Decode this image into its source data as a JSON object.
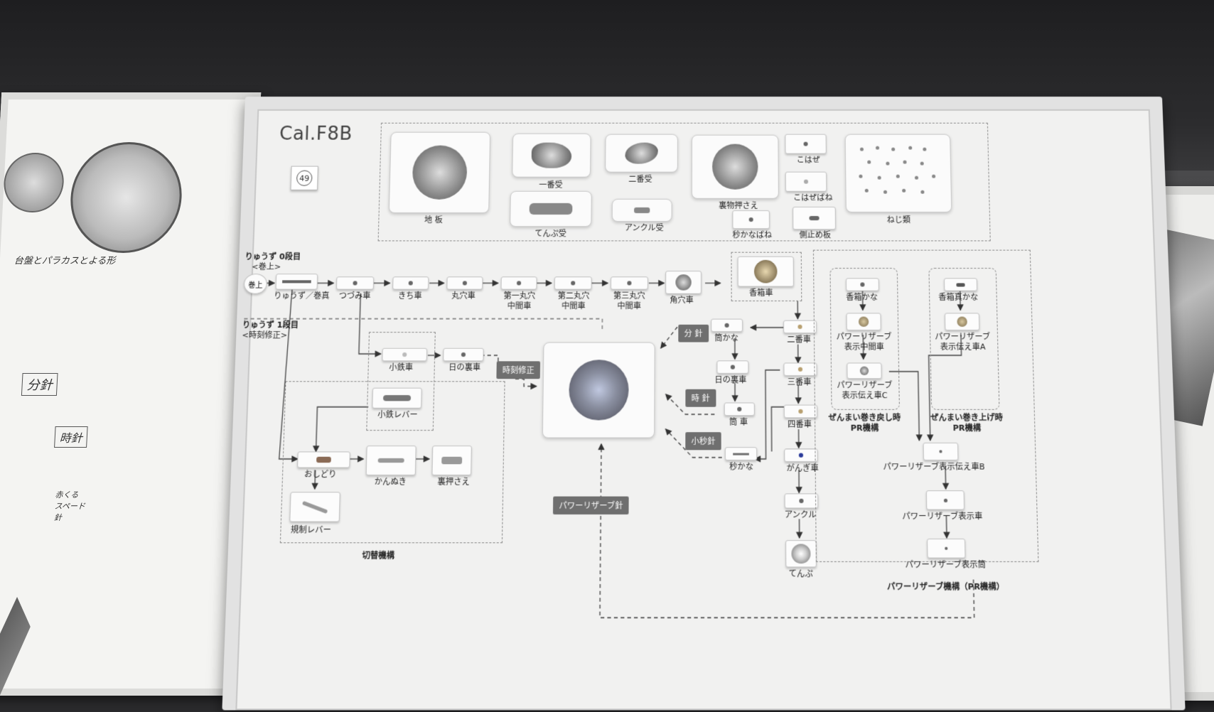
{
  "board": {
    "title": "Cal.F8B",
    "badge": "49"
  },
  "top_parts": {
    "chiita": "地 板",
    "ichiban_uke": "一番受",
    "niban_uke": "二番受",
    "tenpu_uke": "てんぷ受",
    "ankuru_uke": "アンクル受",
    "urawaku_osae": "裏物押さえ",
    "kohaze": "こはぜ",
    "kohaze_bane": "こはぜばね",
    "byokana_bane": "秒かなばね",
    "sokudome_ita": "側止め板",
    "nejirui": "ねじ類"
  },
  "winding": {
    "step0_title": "りゅうず 0段目",
    "step0_sub": "<巻上>",
    "start_node": "巻上",
    "ryuzu": "りゅうず／巻真",
    "tsuzumi": "つづみ車",
    "kichi": "きち車",
    "maruana": "丸穴車",
    "dai1": "第一丸穴\n中間車",
    "dai2": "第二丸穴\n中間車",
    "dai3": "第三丸穴\n中間車",
    "kakuana": "角穴車",
    "kobako": "香箱車"
  },
  "setting": {
    "step1_title": "りゅうず 1段目",
    "step1_sub": "<時刻修正>",
    "kotetsu": "小鉄車",
    "hinoura": "日の裏車",
    "jikoku_tag": "時刻修正",
    "kotetsu_lever": "小鉄レバー",
    "oshidori": "おしどり",
    "kannuki": "かんぬき",
    "uraosae": "裏押さえ",
    "kisei_lever": "規制レバー",
    "switch_title": "切替機構"
  },
  "train": {
    "funbari_tag": "分 針",
    "tsutsukana": "筒かな",
    "hinoura2": "日の裏車",
    "jishin_tag": "時 針",
    "tsutsu": "筒 車",
    "kobyo_tag": "小秒針",
    "byokana": "秒かな",
    "niban": "二番車",
    "sanban": "三番車",
    "yonban": "四番車",
    "ganki": "がんぎ車",
    "ankuru": "アンクル",
    "tenpu": "てんぷ",
    "pr_hand_tag": "パワーリザーブ針"
  },
  "power_reserve": {
    "kobako_kana": "香箱かな",
    "kobako_shin_kana": "香箱真かな",
    "pr_mid": "パワーリザーブ\n表示中間車",
    "pr_a": "パワーリザーブ\n表示伝え車A",
    "pr_c": "パワーリザーブ\n表示伝え車C",
    "unwind_title": "ぜんまい巻き戻し時\nPR機構",
    "wind_title": "ぜんまい巻き上げ時\nPR機構",
    "pr_b": "パワーリザーブ表示伝え車B",
    "pr_disp": "パワーリザーブ表示車",
    "pr_tube": "パワーリザーブ表示筒",
    "section_title": "パワーリザーブ機構（PR機構）"
  },
  "sketch": {
    "note1": "台盤とパラカスとよる形",
    "note2": "分針",
    "note3": "時針",
    "note4": "赤くる\nスペード\n針"
  }
}
